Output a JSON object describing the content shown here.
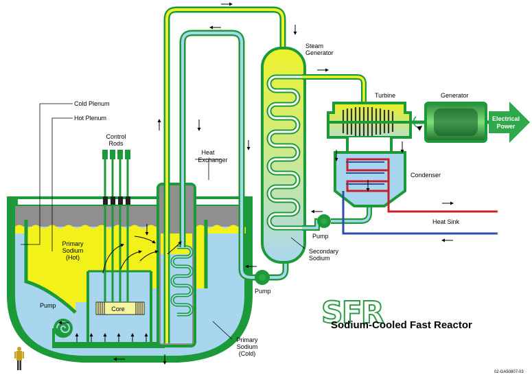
{
  "labels": {
    "steam_generator_line1": "Steam",
    "steam_generator_line2": "Generator",
    "turbine": "Turbine",
    "generator": "Generator",
    "electrical_power_line1": "Electrical",
    "electrical_power_line2": "Power",
    "cold_plenum": "Cold Plenum",
    "hot_plenum": "Hot Plenum",
    "control_rods_line1": "Control",
    "control_rods_line2": "Rods",
    "heat_exchanger_line1": "Heat",
    "heat_exchanger_line2": "Exchanger",
    "condenser": "Condenser",
    "heat_sink": "Heat Sink",
    "pump_condensate": "Pump",
    "secondary_sodium_line1": "Secondary",
    "secondary_sodium_line2": "Sodium",
    "primary_sodium_hot_line1": "Primary",
    "primary_sodium_hot_line2": "Sodium",
    "primary_sodium_hot_line3": "(Hot)",
    "pump_secondary": "Pump",
    "core": "Core",
    "pump_primary": "Pump",
    "primary_sodium_cold_line1": "Primary",
    "primary_sodium_cold_line2": "Sodium",
    "primary_sodium_cold_line3": "(Cold)"
  },
  "logo": {
    "acronym": "SFR",
    "title": "Sodium-Cooled Fast Reactor"
  },
  "figure_id": "02-GA50807-03",
  "colors": {
    "outline_green": "#1c9a3a",
    "hot_sodium_yellow": "#f2f21a",
    "cold_sodium_blue": "#a9d6ef",
    "argon_gray": "#8f8f8f",
    "secondary_gradient_top": "#e8ef2a",
    "secondary_gradient_bottom": "#a9d6ef",
    "heat_sink_red": "#c8202a",
    "heat_sink_blue": "#2b4fa6",
    "electrical_arrow_green": "#2ea84a",
    "generator_dark_green": "#0f5a24"
  }
}
